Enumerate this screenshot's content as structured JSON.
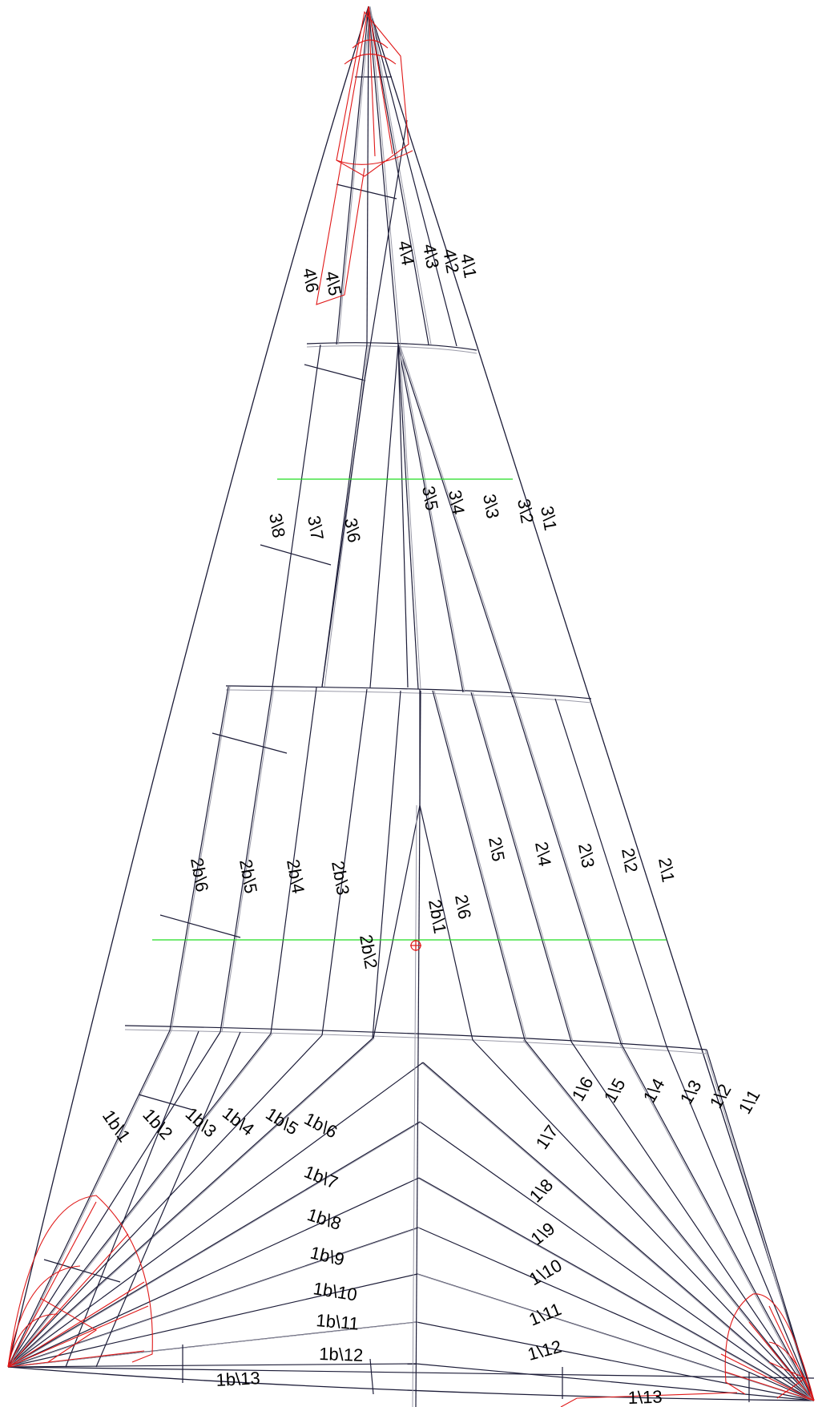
{
  "diagram": {
    "panel_labels": {
      "head": [
        "4\\1",
        "4\\2",
        "4\\3",
        "4\\4",
        "4\\5",
        "4\\6"
      ],
      "upper": [
        "3\\1",
        "3\\2",
        "3\\3",
        "3\\4",
        "3\\5",
        "3\\6",
        "3\\7",
        "3\\8"
      ],
      "middle_leech": [
        "2\\1",
        "2\\2",
        "2\\3",
        "2\\4",
        "2\\5",
        "2\\6"
      ],
      "middle_luff": [
        "2b\\1",
        "2b\\2",
        "2b\\3",
        "2b\\4",
        "2b\\5",
        "2b\\6"
      ],
      "lower_leech": [
        "1\\1",
        "1\\2",
        "1\\3",
        "1\\4",
        "1\\5",
        "1\\6",
        "1\\7",
        "1\\8",
        "1\\9",
        "1\\10",
        "1\\11",
        "1\\12",
        "1\\13"
      ],
      "lower_luff": [
        "1b\\1",
        "1b\\2",
        "1b\\3",
        "1b\\4",
        "1b\\5",
        "1b\\6",
        "1b\\7",
        "1b\\8",
        "1b\\9",
        "1b\\10",
        "1b\\11",
        "1b\\12",
        "1b\\13"
      ]
    },
    "colors": {
      "seam": "#1c1c38",
      "reinforcement": "#e01818",
      "reference_line": "#22dd22",
      "background": "#ffffff"
    },
    "markers": [
      "center-of-effort-icon"
    ]
  }
}
